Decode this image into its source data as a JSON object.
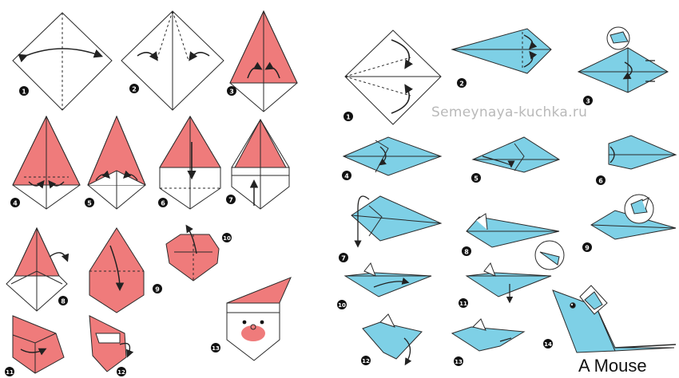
{
  "watermark": "Semeynaya-kuchka.ru",
  "caption": "A Mouse",
  "colors": {
    "santa_red": "#ef7b7b",
    "mouse_blue": "#7ed0e6",
    "outline": "#2a2a2a",
    "badge": "#111111"
  },
  "santa_steps": [
    "1",
    "2",
    "3",
    "4",
    "5",
    "6",
    "7",
    "8",
    "9",
    "10",
    "11",
    "12",
    "13"
  ],
  "mouse_steps": [
    "1",
    "2",
    "3",
    "4",
    "5",
    "6",
    "7",
    "8",
    "9",
    "10",
    "11",
    "12",
    "13",
    "14"
  ]
}
